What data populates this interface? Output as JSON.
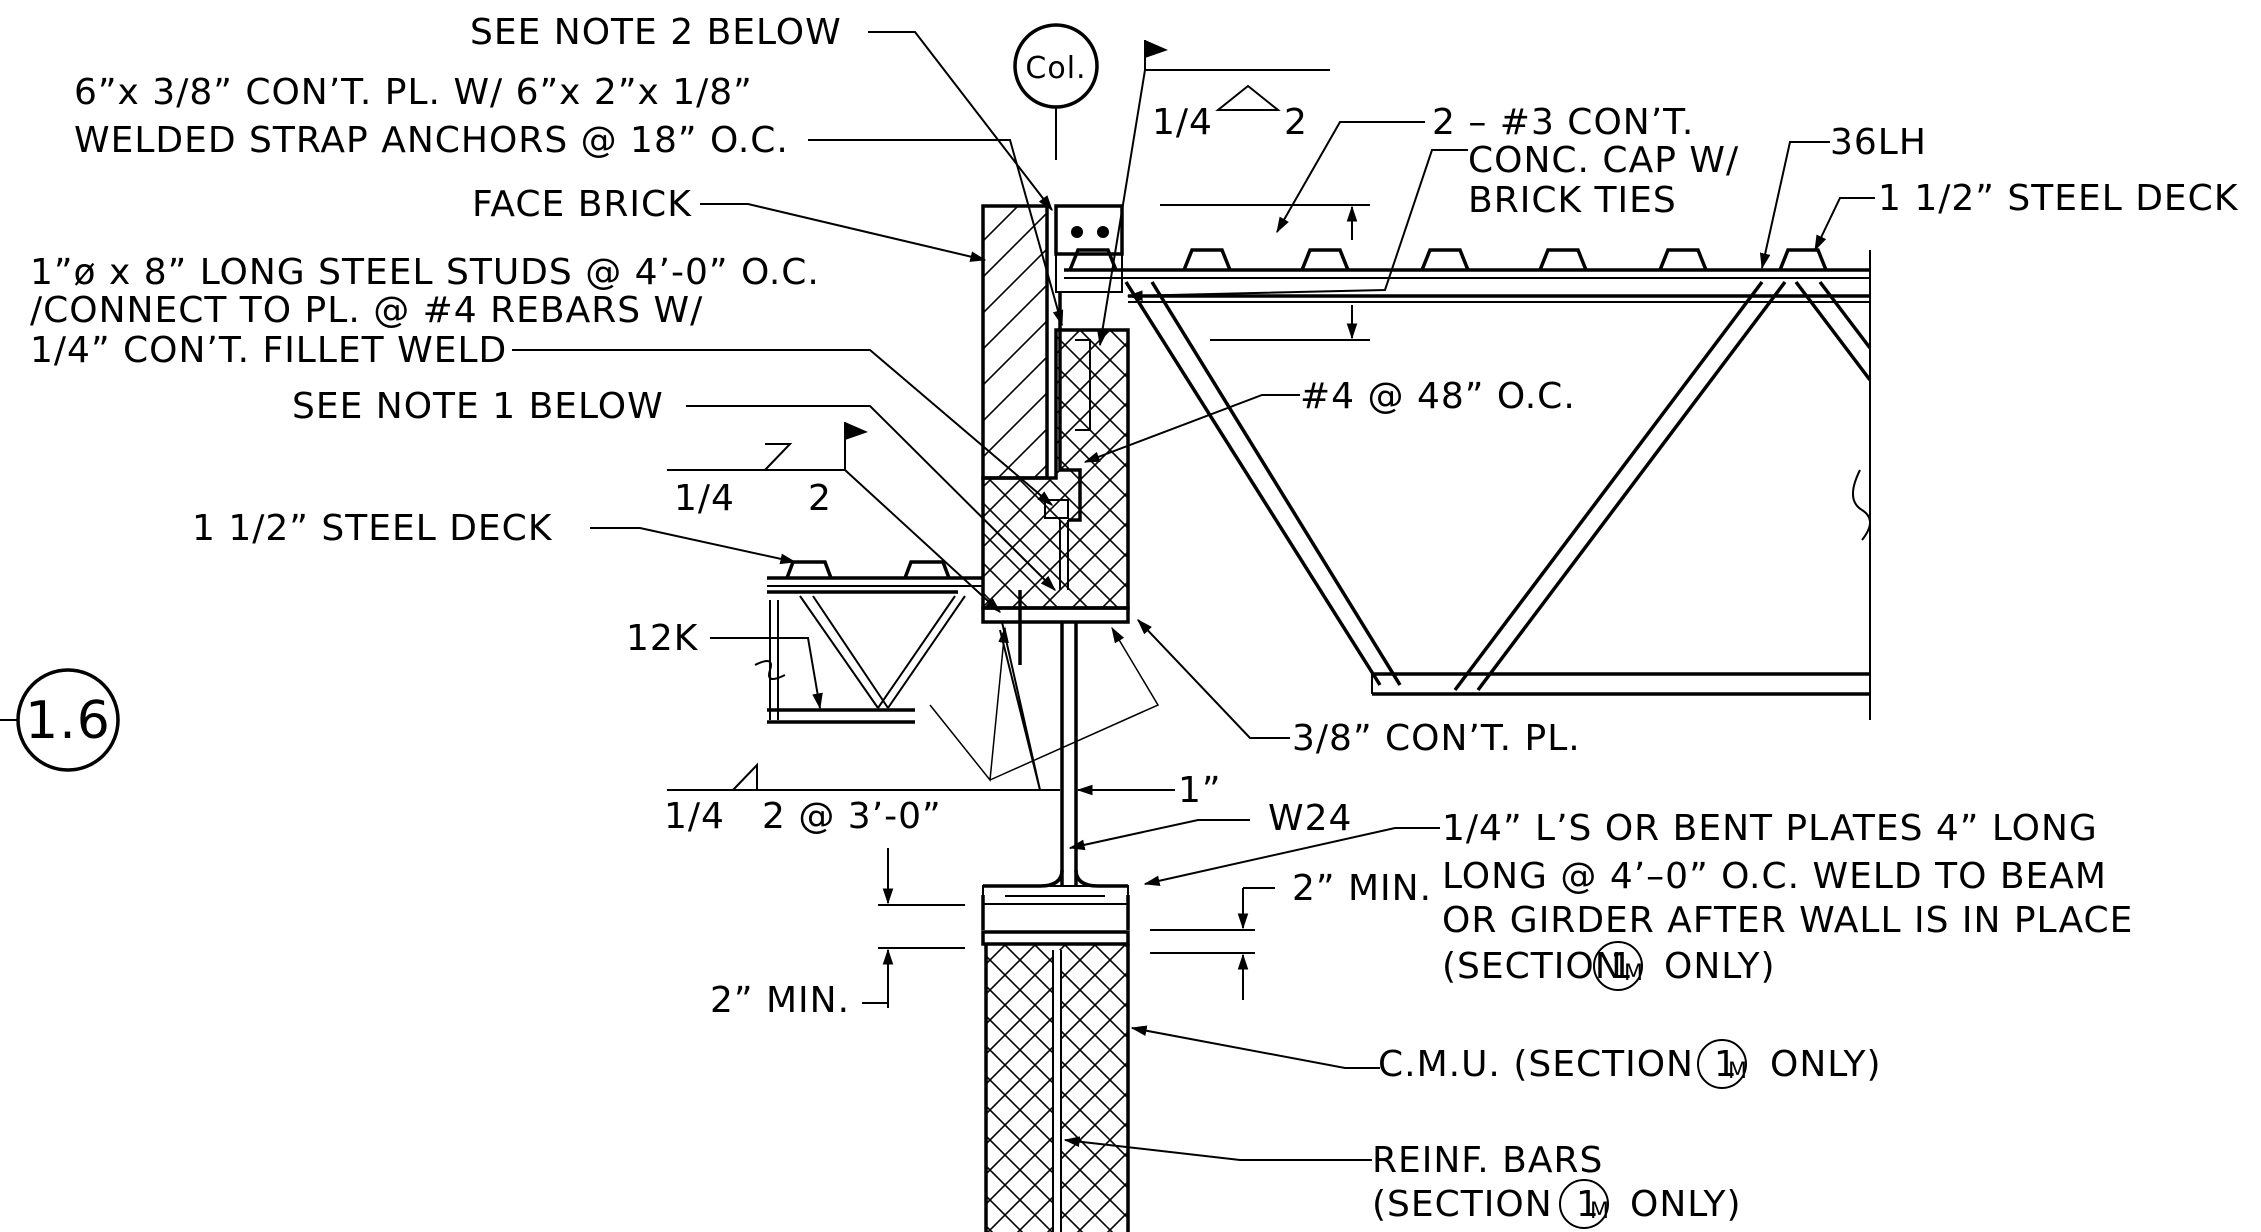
{
  "detail": {
    "column_tag": "Col.",
    "section_ref": "1.6",
    "section_mark_letter": "M"
  },
  "notes": {
    "see_note_2": "SEE NOTE 2 BELOW",
    "plate_line1": "6”x 3/8” CON’T. PL. W/ 6”x 2”x 1/8”",
    "plate_line2": "WELDED STRAP ANCHORS @ 18” O.C.",
    "face_brick": "FACE BRICK",
    "studs_line1": "1”ø x 8” LONG STEEL STUDS @ 4’-0” O.C.",
    "studs_line2": "/CONNECT TO PL. @ #4 REBARS W/",
    "studs_line3": "1/4” CON’T. FILLET WELD",
    "see_note_1": "SEE NOTE 1 BELOW",
    "weld_left_size": "1/4",
    "weld_left_length": "2",
    "steel_deck_left": "1 1/2” STEEL DECK",
    "joist_12k": "12K",
    "weld_bottom": "1/4",
    "weld_bottom_spacing": "2 @ 3’-0”",
    "gap_1in": "1”",
    "beam": "W24",
    "min_left": "2” MIN.",
    "weld_top_size": "1/4",
    "weld_top_length": "2",
    "rebar_cap": "2 – #3 CON’T.",
    "conc_cap_line1": "CONC. CAP W/",
    "conc_cap_line2": "BRICK TIES",
    "joist_36lh": "36LH",
    "steel_deck_right": "1 1/2” STEEL DECK",
    "rebar_48": "#4 @ 48” O.C.",
    "cont_plate": "3/8” CON’T. PL.",
    "min_right": "2” MIN.",
    "angles_line1": "1/4” L’S OR BENT PLATES 4” LONG",
    "angles_line2": "LONG @ 4’–0” O.C. WELD TO BEAM",
    "angles_line3": "OR GIRDER AFTER WALL IS IN PLACE",
    "angles_line4_pre": "(SECTION",
    "angles_line4_post": "ONLY)",
    "cmu_pre": "C.M.U. (SECTION",
    "cmu_post": "ONLY)",
    "reinf_line1": "REINF. BARS",
    "reinf_line2_pre": "(SECTION",
    "reinf_line2_post": "ONLY)",
    "section_num": "1"
  }
}
